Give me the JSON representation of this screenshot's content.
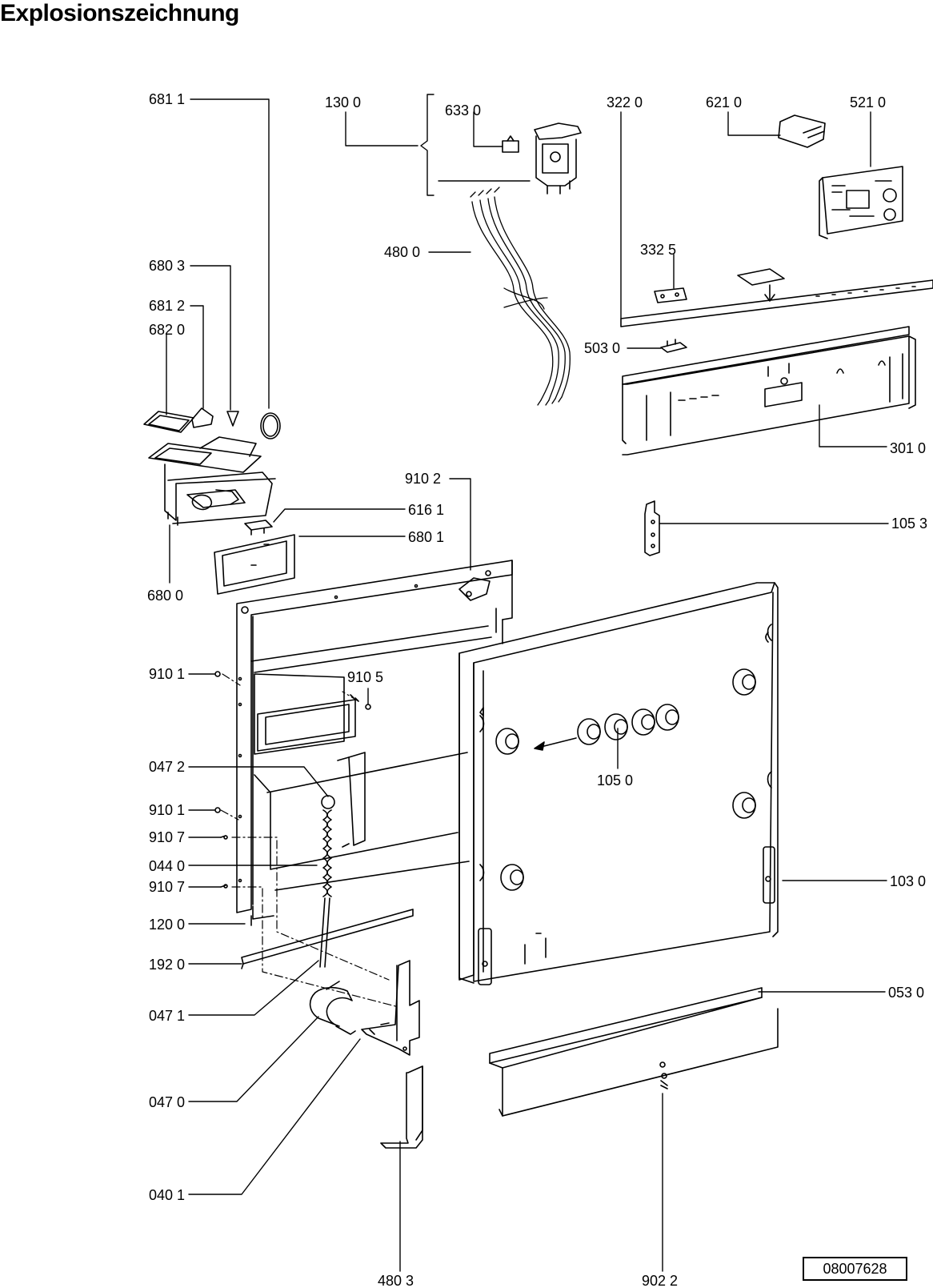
{
  "title": "Explosionszeichnung",
  "document_number": "08007628",
  "part_labels": [
    "681 1",
    "130 0",
    "633 0",
    "322  0",
    "621 0",
    "521 0",
    "480 0",
    "332 5",
    "680 3",
    "681 2",
    "682 0",
    "503  0",
    "301 0",
    "910 2",
    "616 1",
    "680 1",
    "105 3",
    "680 0",
    "910 1",
    "910 5",
    "047 2",
    "105 0",
    "910 1",
    "910 7",
    "044 0",
    "910 7",
    "103 0",
    "120 0",
    "192 0",
    "053 0",
    "047 1",
    "047 0",
    "040 1",
    "480 3",
    "902 2"
  ]
}
